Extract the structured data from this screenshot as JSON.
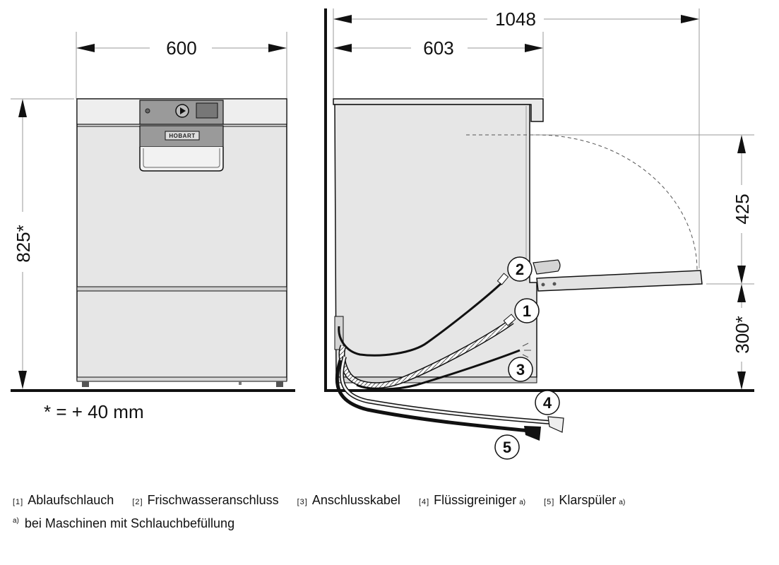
{
  "dimensions": {
    "front_width": "600",
    "front_height": "825*",
    "side_total_depth": "1048",
    "side_depth": "603",
    "door_height": "425",
    "base_height": "300*"
  },
  "front_logo": "HOBART",
  "tolerance_note": "* = + 40 mm",
  "callouts": [
    "1",
    "2",
    "3",
    "4",
    "5"
  ],
  "legend": [
    {
      "num": "[1]",
      "text": "Ablaufschlauch",
      "sup": ""
    },
    {
      "num": "[2]",
      "text": "Frischwasseranschluss",
      "sup": ""
    },
    {
      "num": "[3]",
      "text": "Anschlusskabel",
      "sup": ""
    },
    {
      "num": "[4]",
      "text": "Flüssigreiniger",
      "sup": "a)"
    },
    {
      "num": "[5]",
      "text": "Klarspüler",
      "sup": "a)"
    }
  ],
  "footnote": {
    "sup": "a)",
    "text": "bei Maschinen mit Schlauchbefüllung"
  },
  "colors": {
    "line": "#111111",
    "body_fill": "#e6e6e6",
    "panel_fill": "#9a9a9a",
    "ext_line": "#9a9a9a"
  }
}
